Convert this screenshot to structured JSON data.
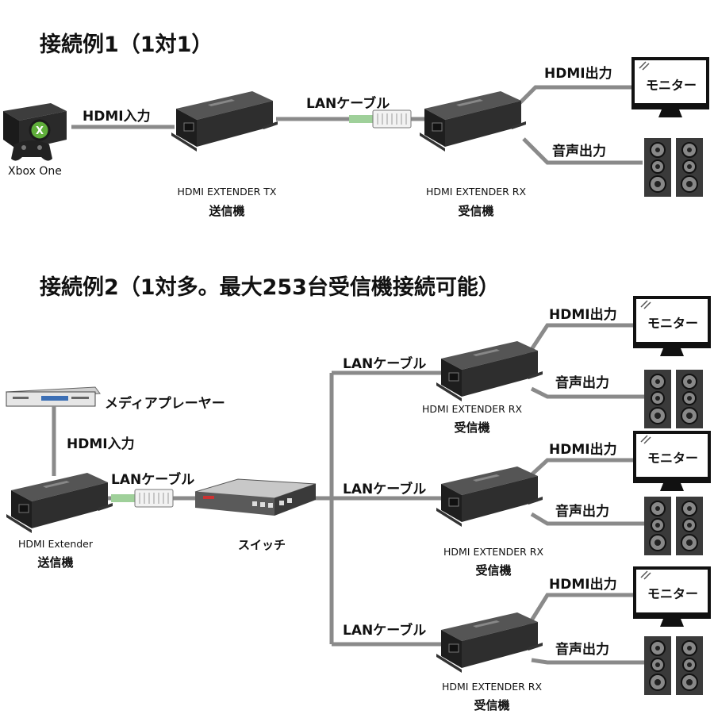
{
  "example1": {
    "title": "接続例1（1対1）",
    "source_label": "Xbox One",
    "hdmi_in": "HDMI入力",
    "lan_cable": "LANケーブル",
    "tx_caption": "HDMI EXTENDER TX",
    "tx_caption_jp": "送信機",
    "rx_caption": "HDMI EXTENDER RX",
    "rx_caption_jp": "受信機",
    "hdmi_out": "HDMI出力",
    "audio_out": "音声出力",
    "monitor_label": "モニター"
  },
  "example2": {
    "title": "接続例2（1対多。最大253台受信機接続可能）",
    "source_label": "メディアプレーヤー",
    "hdmi_in": "HDMI入力",
    "lan_cable": "LANケーブル",
    "tx_caption": "HDMI Extender",
    "tx_caption_jp": "送信機",
    "switch_label": "スイッチ",
    "branches": [
      {
        "lan_cable": "LANケーブル",
        "rx_caption": "HDMI EXTENDER RX",
        "rx_caption_jp": "受信機",
        "hdmi_out": "HDMI出力",
        "audio_out": "音声出力",
        "monitor_label": "モニター"
      },
      {
        "lan_cable": "LANケーブル",
        "rx_caption": "HDMI EXTENDER RX",
        "rx_caption_jp": "受信機",
        "hdmi_out": "HDMI出力",
        "audio_out": "音声出力",
        "monitor_label": "モニター"
      },
      {
        "lan_cable": "LANケーブル",
        "rx_caption": "HDMI EXTENDER RX",
        "rx_caption_jp": "受信機",
        "hdmi_out": "HDMI出力",
        "audio_out": "音声出力",
        "monitor_label": "モニター"
      }
    ]
  },
  "colors": {
    "line": "#8a8a8a",
    "device_dark": "#2a2a2a",
    "device_top": "#4a4a4a",
    "cable_green": "#9fd09a"
  },
  "icons": [
    "xbox-console-icon",
    "gamepad-icon",
    "extender-icon",
    "rj45-connector-icon",
    "monitor-icon",
    "speaker-icon",
    "media-player-icon",
    "network-switch-icon"
  ]
}
